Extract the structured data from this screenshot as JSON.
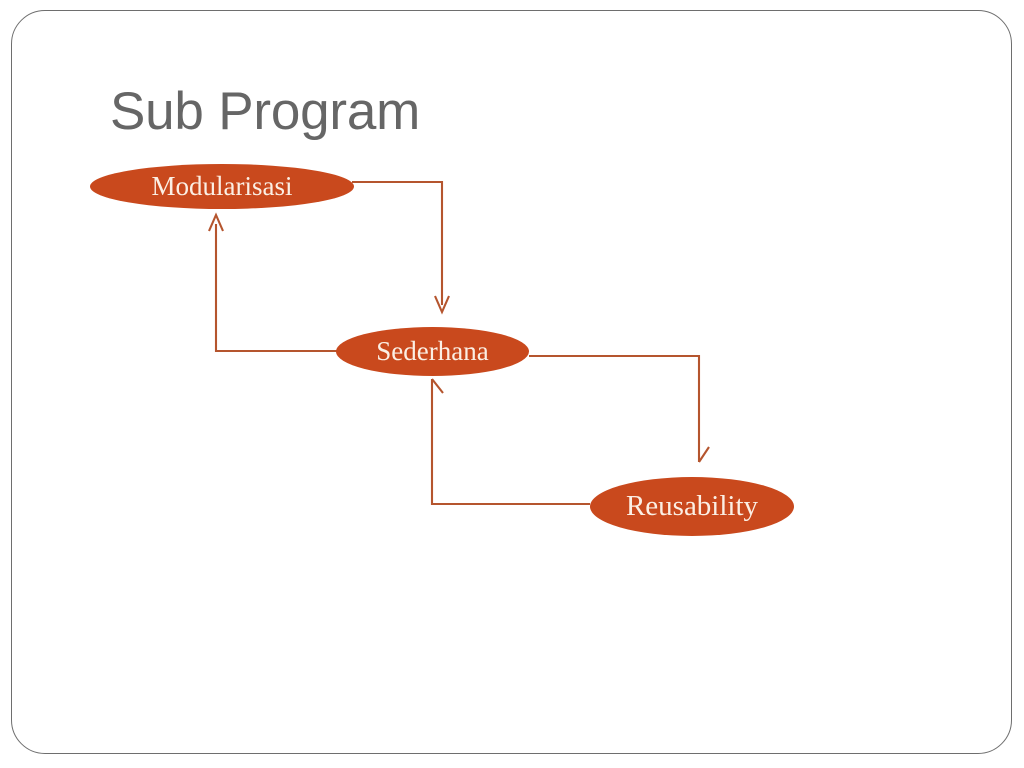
{
  "slide": {
    "title": "Sub Program",
    "title_color": "#666666",
    "border_color": "#6e6e6e",
    "background": "#ffffff"
  },
  "diagram": {
    "node_fill": "#C9491D",
    "node_text_color": "#FBEFE4",
    "connector_color": "#B5552E",
    "nodes": [
      {
        "id": "modularisasi",
        "label": "Modularisasi"
      },
      {
        "id": "sederhana",
        "label": "Sederhana"
      },
      {
        "id": "reusability",
        "label": "Reusability"
      }
    ],
    "connectors": [
      {
        "id": "modularisasi-to-sederhana",
        "from": "Modularisasi",
        "to": "Sederhana",
        "arrow": "down"
      },
      {
        "id": "sederhana-to-modularisasi",
        "from": "Sederhana",
        "to": "Modularisasi",
        "arrow": "up"
      },
      {
        "id": "sederhana-to-reusability",
        "from": "Sederhana",
        "to": "Reusability",
        "arrow": "down"
      },
      {
        "id": "reusability-to-sederhana",
        "from": "Reusability",
        "to": "Sederhana",
        "arrow": "up"
      }
    ]
  }
}
